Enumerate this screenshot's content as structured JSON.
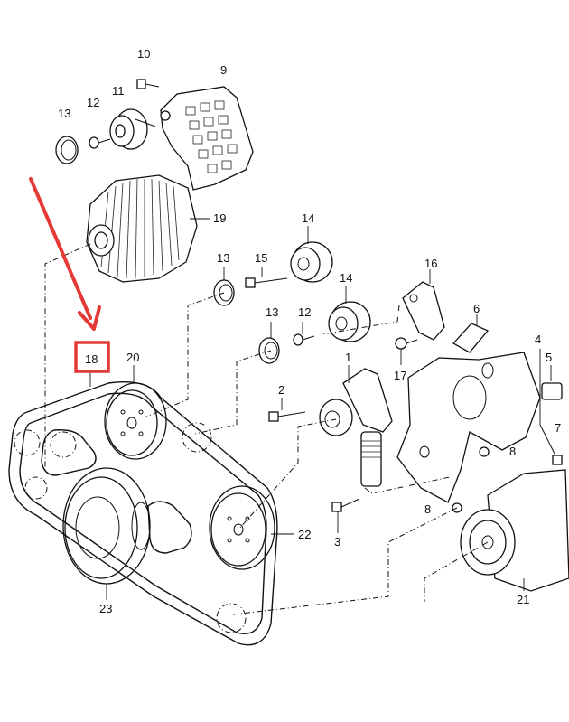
{
  "callouts": {
    "c1": "1",
    "c2": "2",
    "c3": "3",
    "c4": "4",
    "c5": "5",
    "c6": "6",
    "c7": "7",
    "c8a": "8",
    "c8b": "8",
    "c9": "9",
    "c10": "10",
    "c11": "11",
    "c12a": "12",
    "c12b": "12",
    "c13a": "13",
    "c13b": "13",
    "c13c": "13",
    "c14a": "14",
    "c14b": "14",
    "c15": "15",
    "c16": "16",
    "c17": "17",
    "c18": "18",
    "c19": "19",
    "c20": "20",
    "c21": "21",
    "c22": "22",
    "c23": "23"
  },
  "colors": {
    "highlight": "#e53935",
    "line": "#111111"
  }
}
